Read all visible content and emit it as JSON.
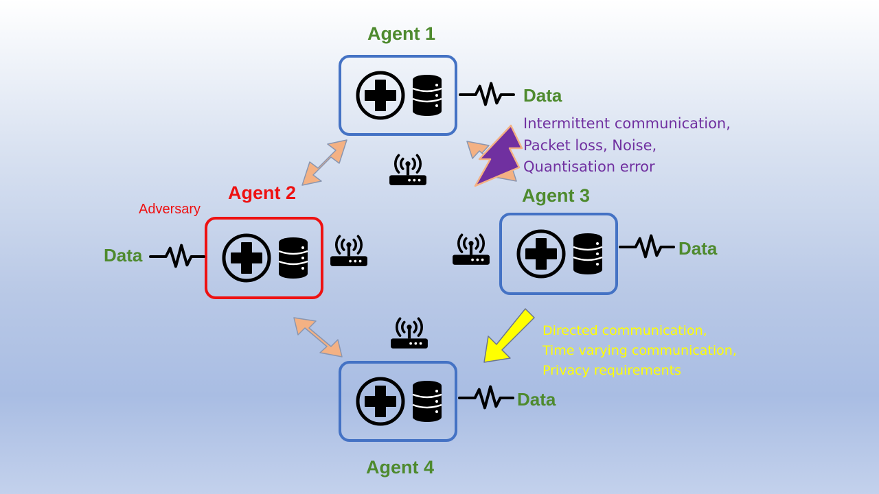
{
  "agents": [
    {
      "title": "Agent 1"
    },
    {
      "title": "Agent 2",
      "role": "Adversary"
    },
    {
      "title": "Agent 3"
    },
    {
      "title": "Agent 4"
    }
  ],
  "data_label": "Data",
  "notes": {
    "channel_issues": [
      "Intermittent communication,",
      "Packet loss, Noise,",
      "Quantisation error"
    ],
    "directed_issues": [
      "Directed communication,",
      "Time varying communication,",
      "Privacy requirements"
    ]
  },
  "icons": [
    "health-node-icon",
    "database-icon",
    "router-icon",
    "signal-wave-icon",
    "lightning-icon",
    "double-arrow-icon",
    "directed-arrow-icon"
  ],
  "colors": {
    "agent_green": "#4e8a2e",
    "adversary_red": "#ee1111",
    "box_blue": "#4472c4",
    "channel_purple": "#7030a0",
    "directed_yellow": "#ffff00",
    "link_orange": "#f4b183"
  }
}
